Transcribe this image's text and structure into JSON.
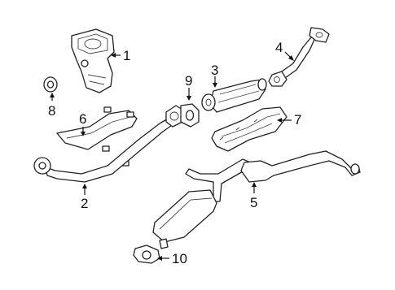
{
  "callouts": {
    "c1": "1",
    "c2": "2",
    "c3": "3",
    "c4": "4",
    "c5": "5",
    "c6": "6",
    "c7": "7",
    "c8": "8",
    "c9": "9",
    "c10": "10"
  },
  "colors": {
    "line": "#222222",
    "fill": "#ffffff",
    "shade": "#e6e6e6"
  }
}
